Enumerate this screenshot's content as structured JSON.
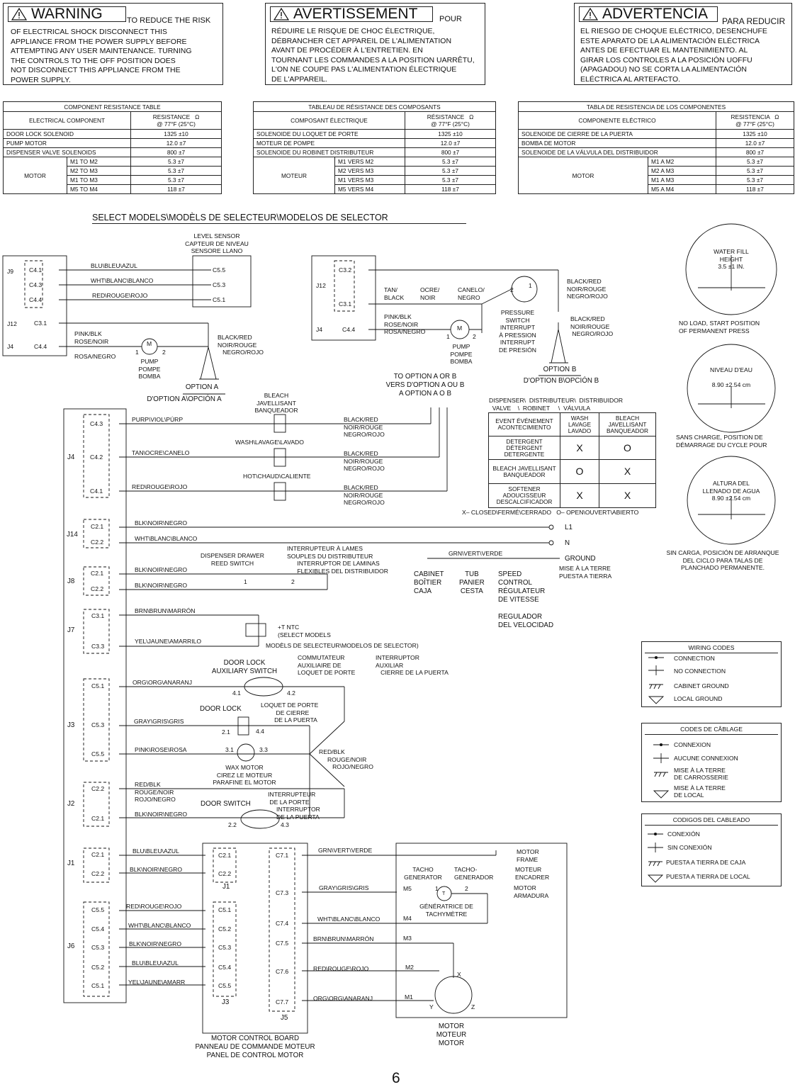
{
  "warnings": {
    "en": {
      "title": "WARNING",
      "after": "TO REDUCE THE RISK",
      "lines": [
        "OF ELECTRICAL SHOCK DISCONNECT THIS",
        "APPLIANCE FROM THE POWER SUPPLY BEFORE",
        "ATTEMPTING ANY USER MAINTENANCE. TURNING",
        "THE CONTROLS TO THE OFF POSITION DOES",
        "NOT DISCONNECT THIS APPLIANCE FROM THE",
        "POWER SUPPLY."
      ]
    },
    "fr": {
      "title": "AVERTISSEMENT",
      "after": "POUR",
      "lines": [
        "RÉDUIRE LE RISQUE DE CHOC ÉLECTRIQUE,",
        "DÉBRANCHER CET APPAREIL DE L'ALIMENTATION",
        "AVANT DE PROCÉDER À L'ENTRETIEN. EN",
        "TOURNANT LES COMMANDES A LA POSITION UARRÊTU,",
        "L'ON NE COUPE PAS L'ALIMENTATION ÉLECTRIQUE",
        "DE L'APPAREIL."
      ]
    },
    "es": {
      "title": "ADVERTENCIA",
      "after": "PARA REDUCIR",
      "lines": [
        "EL RIESGO DE CHOQUE ELÉCTRICO, DESENCHUFE",
        "ESTE APARATO DE LA ALIMENTACIÓN ELÉCTRICA",
        "ANTES DE EFECTUAR EL MANTENIMIENTO. AL",
        "GIRAR LOS CONTROLES A LA POSICIÓN UOFFU",
        "(APAGADOU) NO SE CORTA LA ALIMENTACIÓN",
        "ELÉCTRICA AL ARTEFACTO."
      ]
    }
  },
  "resistance_tables": {
    "en": {
      "title": "COMPONENT RESISTANCE TABLE",
      "col1": "ELECTRICAL COMPONENT",
      "col2a": "RESISTANCE",
      "col2b": "@ 77°F (25°C)",
      "ohm": "Ω",
      "rows": [
        [
          "DOOR LOCK SOLENOID",
          "1325 ±10"
        ],
        [
          "PUMP MOTOR",
          "12.0 ±7"
        ],
        [
          "DISPENSER VALVE SOLENOIDS",
          "800 ±7"
        ]
      ],
      "motor": "MOTOR",
      "motor_rows": [
        [
          "M1 TO M2",
          "5.3 ±7"
        ],
        [
          "M2 TO M3",
          "5.3 ±7"
        ],
        [
          "M1 TO M3",
          "5.3 ±7"
        ],
        [
          "M5 TO M4",
          "118 ±7"
        ]
      ]
    },
    "fr": {
      "title": "TABLEAU DE RÉSISTANCE DES COMPOSANTS",
      "col1": "COMPOSANT ÉLECTRIQUE",
      "col2a": "RÉSISTANCE",
      "col2b": "@ 77°F (25°C)",
      "ohm": "Ω",
      "rows": [
        [
          "SOLENOIDE DU LOQUET DE PORTE",
          "1325 ±10"
        ],
        [
          "MOTEUR DE POMPE",
          "12.0 ±7"
        ],
        [
          "SOLENOIDE DU ROBINET DISTRIBUTEUR",
          "800 ±7"
        ]
      ],
      "motor": "MOTEUR",
      "motor_rows": [
        [
          "M1 VERS M2",
          "5.3 ±7"
        ],
        [
          "M2 VERS M3",
          "5.3 ±7"
        ],
        [
          "M1 VERS M3",
          "5.3 ±7"
        ],
        [
          "M5 VERS M4",
          "118 ±7"
        ]
      ]
    },
    "es": {
      "title": "TABLA DE RESISTENCIA DE LOS COMPONENTES",
      "col1": "COMPONENTE ELÉCTRICO",
      "col2a": "RESISTENCIA",
      "col2b": "@ 77°F (25°C)",
      "ohm": "Ω",
      "rows": [
        [
          "SOLENOIDE DE CIERRE DE LA PUERTA",
          "1325 ±10"
        ],
        [
          "BOMBA DE MOTOR",
          "12.0 ±7"
        ],
        [
          "SOLENOIDE DE LA VÁLVULA DEL DISTRIBUIDOR",
          "800 ±7"
        ]
      ],
      "motor": "MOTOR",
      "motor_rows": [
        [
          "M1 A M2",
          "5.3 ±7"
        ],
        [
          "M2 A M3",
          "5.3 ±7"
        ],
        [
          "M1 A M3",
          "5.3 ±7"
        ],
        [
          "M5 A M4",
          "118 ±7"
        ]
      ]
    }
  },
  "select_models_heading": "SELECT MODELS\\MODÈLS DE SELECTEUR\\MODELOS DE SELECTOR",
  "option_a": {
    "connectors": {
      "j9": "J9",
      "j12": "J12",
      "j4": "J4",
      "c41": "C4.1",
      "c43": "C4.3",
      "c44": "C4.4",
      "c31": "C3.1",
      "c44b": "C4.4"
    },
    "level_sensor": "LEVEL SENSOR\nCAPTEUR DE NIVEAU\nSENSORE LLANO",
    "sensor_pins": [
      "C5.5",
      "C5.3",
      "C5.1"
    ],
    "wires": [
      "BLU\\BLEU\\AZUL",
      "WHT\\BLANC\\BLANCO",
      "RED\\ROUGE\\ROJO"
    ],
    "pink": "PINK/BLK\nROSE/NOIR\n\nROSA/NEGRO",
    "black_red": "BLACK/RED\nNOIR/ROUGE\n   NEGRO/ROJO",
    "pump": "PUMP\nPOMPE\nBOMBA",
    "pin1": "1",
    "pin2": "2",
    "motor_m": "M",
    "title": "OPTION A",
    "subtitle": "D'OPTION A\\OPCIÓN A"
  },
  "option_b": {
    "connectors": {
      "j12": "J12",
      "j4": "J4",
      "c32": "C3.2",
      "c31": "C3.1",
      "c44": "C4.4"
    },
    "tan": "TAN/\nBLACK",
    "ocre": "OCRE/\nNOIR",
    "canelo": "CANELO/\nNEGRO",
    "pink": "PINK/BLK\nROSE/NOIR\nROSA/NEGRO",
    "black_red1": "BLACK/RED\nNOIR/ROUGE\nNEGRO/ROJO",
    "black_red2": "BLACK/RED\nNOIR/ROUGE\n NEGRO/ROJO",
    "pressure": "PRESSURE\nSWITCH\nINTERRUPT\nÀ PRESSION\nINTERRUPT\nDE PRESIÓN",
    "pump": "PUMP\nPOMPE\nBOMBA",
    "ps1": "1",
    "ps2": "2",
    "p1": "1",
    "p2": "2",
    "motor_m": "M",
    "title": "OPTION B",
    "subtitle": "D'OPTION B\\OPCIÓN B",
    "to_option": "TO OPTION A OR B\nVERS D'OPTION A OU B\nA OPTION A O B"
  },
  "dispenser": {
    "bleach_top": "BLEACH\nJAVELLISANT\nBANQUEADOR",
    "wash": "WASH\\LAVAGE\\LAVADO",
    "hot": "HOT\\CHAUD\\CALIENTE",
    "j4": "J4",
    "pins": [
      "C4.3",
      "C4.2",
      "C4.1"
    ],
    "wires": [
      "PURP\\VIOL\\PÚRP",
      "TAN\\OCRE\\CANELO",
      "RED\\ROUGE\\ROJO"
    ],
    "black_red": "BLACK/RED\nNOIR/ROUGE\nNEGRO/ROJO",
    "table_heading": "DISPENSER\\  DISTRIBUTEUR\\  DISTRIBUIDOR\n  VALVE    \\  ROBINET     \\  VÁLVULA",
    "table_cols": [
      "EVENT\nÉVÉNEMENT\nACONTECIMIENTO",
      "WASH\nLAVAGE\nLAVADO",
      "BLEACH\nJAVELLISANT\nBANQUEADOR"
    ],
    "table_rows": [
      [
        "DETERGENT\nDÉTERGENT\nDETERGENTE",
        "X",
        "O"
      ],
      [
        "BLEACH\nJAVELLISANT\nBANQUEADOR",
        "O",
        "X"
      ],
      [
        "SOFTENER\nADOUCISSEUR\nDESCALCIFICADOR",
        "X",
        "X"
      ]
    ],
    "legend": "X– CLOSED\\FERMÉ\\CERRADO   O– OPEN\\OUVERT\\ABIERTO"
  },
  "power": {
    "j14": "J14",
    "c21": "C2.1",
    "c22": "C2.2",
    "blk": "BLK\\NOIR\\NEGRO",
    "wht": "WHT\\BLANC\\BLANCO",
    "l1": "L1",
    "n": "N",
    "grn": "GRN\\VERT\\VERDE",
    "ground": "GROUND",
    "ground_sub": "MISE À LA TERRE\nPUESTA A TIERRA",
    "cabinet": "CABINET\nBOÎTIER\nCAJA",
    "tub": "TUB\nPANIER\nCESTA",
    "speed": "SPEED\nCONTROL\nRÉGULATEUR\nDE VITESSE\n\nREGULADOR\nDEL VELOCIDAD"
  },
  "j8": {
    "label": "J8",
    "pins": [
      "C2.1",
      "C2.2"
    ],
    "wires": [
      "BLK\\NOIR\\NEGRO",
      "BLK\\NOIR\\NEGRO"
    ],
    "reed": "DISPENSER DRAWER\nREED SWITCH",
    "interrupteur": "INTERRUPTEUR À LAMES\nSOUPLES DU DISTRIBUTEUR\n      INTERRUPTOR DE LAMINAS\n      FLEXIBLES DEL DISTRIBUIDOR",
    "p1": "1",
    "p2": "2"
  },
  "j7": {
    "label": "J7",
    "pins": [
      "C3.1",
      "C3.3"
    ],
    "wires": [
      "BRN\\BRUN\\MARRÓN",
      "YEL\\JAUNE\\AMARRILO"
    ],
    "ntc": "+T NTC\n(SELECT MODELS",
    "ntc_sub": "MODÈLS DE SELECTEUR\\MODELOS DE SELECTOR)"
  },
  "j3": {
    "label": "J3",
    "pins": [
      "C5.1",
      "C5.3",
      "C5.5"
    ],
    "wires": [
      "ORG\\ORG\\ANARANJ",
      "GRAY\\GRIS\\GRIS",
      "PINK\\ROSE\\ROSA"
    ],
    "aux": "DOOR LOCK\nAUXILIARY SWITCH",
    "commutateur": "COMMUTATEUR\nAUXILIAIRE DE\nLOQUET DE PORTE",
    "interruptor": "INTERRUPTOR\nAUXILIAR\n   CIERRE DE LA PUERTA",
    "p41": "4.1",
    "p42": "4.2",
    "loquet": "LOQUET DE PORTE\n         DE CIERRE\n        DE LA PUERTA",
    "door_lock": "DOOR LOCK",
    "p21": "2.1",
    "p44": "4.4",
    "p31": "3.1",
    "p33": "3.3",
    "wax": "WAX MOTOR\nCIREZ LE MOTEUR\nPARAFINE EL MOTOR",
    "red_blk": "RED/BLK\n     ROUGE/NOIR\n        ROJO/NEGRO"
  },
  "j2": {
    "label": "J2",
    "pins": [
      "C2.2",
      "C2.1"
    ],
    "red_blk": "RED/BLK\nROUGE/NOIR\nROJO/NEGRO",
    "blk": "BLK\\NOIR\\NEGRO",
    "door_switch": "DOOR SWITCH",
    "interrupteur": "INTERRUPTEUR\n DE LA PORTE\n     INTERRUPTOR\n     DE LA PUERTA",
    "p22": "2.2",
    "p43": "4.3"
  },
  "j1": {
    "label": "J1",
    "pins": [
      "C2.1",
      "C2.2"
    ],
    "wires": [
      "BLU\\BLEU\\AZUL",
      "BLK\\NOIR\\NEGRO"
    ],
    "board_pins": [
      "C2.1",
      "C2.2"
    ],
    "board_label": "J1"
  },
  "j6": {
    "label": "J6",
    "pins": [
      "C5.5",
      "C5.4",
      "C5.3",
      "C5.2",
      "C5.1"
    ],
    "wires": [
      "RED\\ROUGE\\ROJO",
      "WHT\\BLANC\\BLANCO",
      "BLK\\NOIR\\NEGRO",
      "BLU\\BLEU\\AZUL",
      "YEL\\JAUNE\\AMARR"
    ],
    "board_pins": [
      "C5.1",
      "C5.2",
      "C5.3",
      "C5.4",
      "C5.5"
    ],
    "board_label": "J3"
  },
  "j5": {
    "label": "J5",
    "pins": [
      "C7.1",
      "C7.3",
      "C7.4",
      "C7.5",
      "C7.6",
      "C7.7"
    ],
    "wires": [
      "GRN\\VERT\\VERDE",
      "GRAY\\GRIS\\GRIS",
      "WHT\\BLANC\\BLANCO",
      "BRN\\BRUN\\MARRÓN",
      "RED\\ROUGE\\ROJO",
      "ORG\\ORG\\ANARANJ"
    ],
    "m_labels": [
      "M5",
      "M4",
      "M3",
      "M2",
      "M1"
    ]
  },
  "board": "MOTOR CONTROL BOARD\nPANNEAU DE COMMANDE MOTEUR\nPANEL DE CONTROL MOTOR",
  "motor": {
    "frame": "MOTOR\nFRAME",
    "encadrer": "MOTEUR\nENCADRER",
    "armadura": "MOTOR\nARMADURA",
    "tacho_en": "TACHO\nGENERATOR",
    "tacho_fr": "TACHO-\nGENERADOR",
    "generatrice": "GÉNÉRATRICE DE\nTACHYMÈTRE",
    "t1": "1",
    "t2": "2",
    "t": "T",
    "x": "X",
    "y": "Y",
    "z": "Z",
    "motor_label": "MOTOR\nMOTEUR\nMOTOR"
  },
  "dials": [
    {
      "top": "WATER FILL\nHEIGHT\n3.5 ±1 IN.",
      "caption": "NO LOAD, START POSITION\nOF PERMANENT PRESS"
    },
    {
      "top": "NIVEAU D'EAU\n\n8.90 ±2.54 cm",
      "caption": "SANS CHARGE, POSITION DE\nDÉMARRAGE DU CYCLE POUR"
    },
    {
      "top": "ALTURA DEL\nLLENADO DE AGUA\n8.90 ±2.54 cm",
      "caption": "SIN CARGA, POSICIÓN DE ARRANQUE\nDEL CICLO PARA TALAS DE\nPLANCHADO PERMANENTE."
    }
  ],
  "legends": [
    {
      "title": "WIRING CODES",
      "items": [
        "CONNECTION",
        "NO CONNECTION",
        "CABINET GROUND",
        "LOCAL GROUND"
      ]
    },
    {
      "title": "CODES DE CÂBLAGE",
      "items": [
        "CONNEXION",
        "AUCUNE CONNEXION",
        "MISE À LA TERRE\nDE CARROSSERIE",
        "MISE À LA TERRE\nDE LOCAL"
      ]
    },
    {
      "title": "CODIGOS DEL CABLEADO",
      "items": [
        "CONEXIÓN",
        "SIN CONEXIÓN",
        "PUESTA A TIERRA DE CAJA",
        "PUESTA A TIERRA DE LOCAL"
      ]
    }
  ],
  "page_number": "6"
}
